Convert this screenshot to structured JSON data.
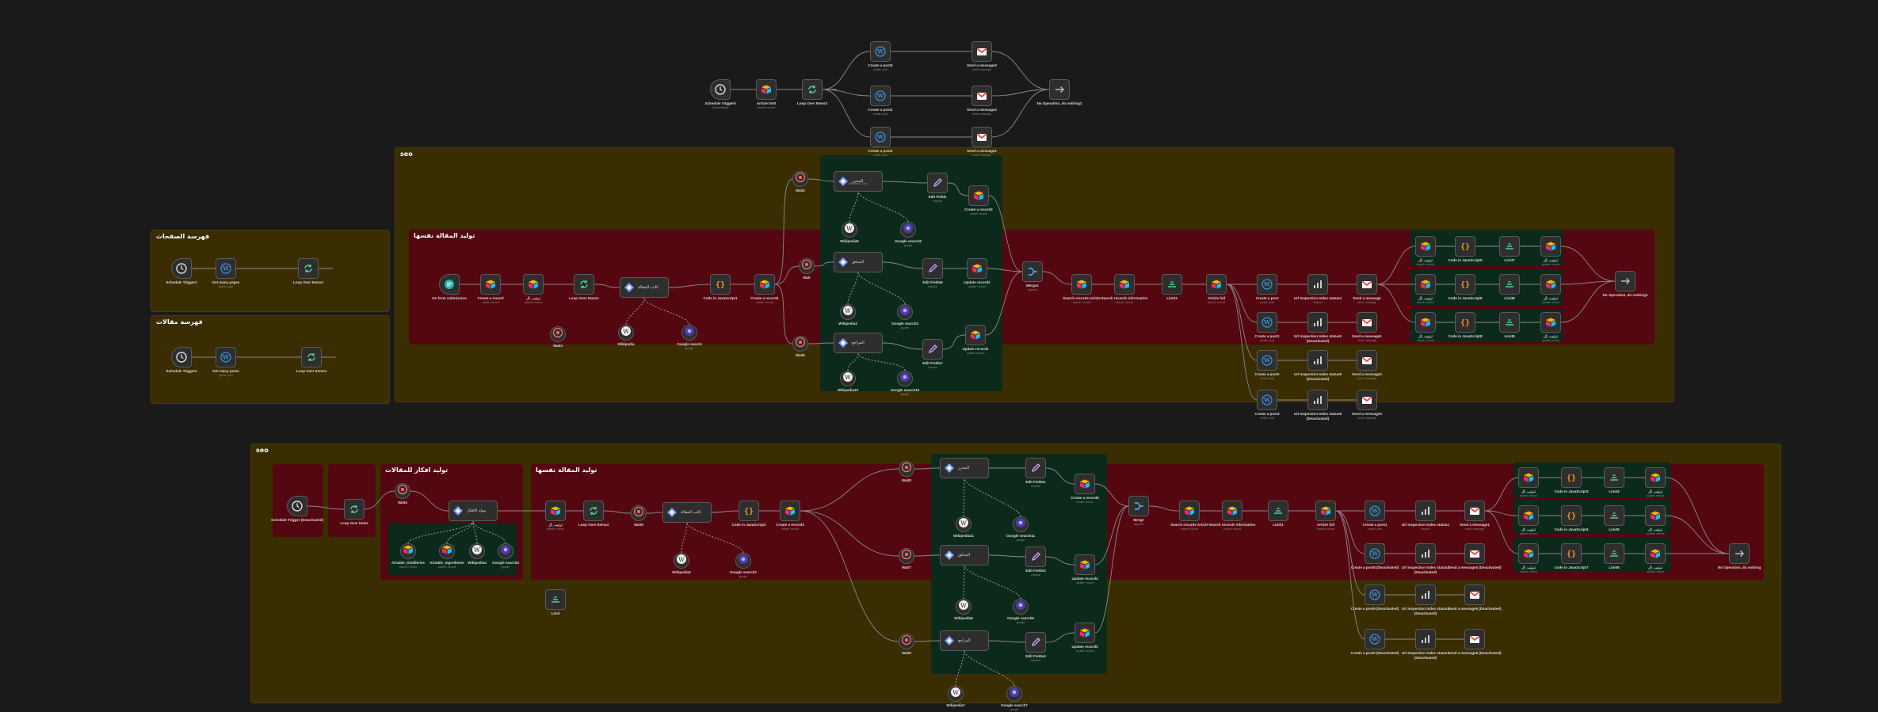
{
  "colors": {
    "canvas": "#1a1a1a",
    "sticky_outer": "#3a2d02",
    "sticky_red": "#540710",
    "sticky_green": "#0c2a1b",
    "node_bg": "#2e2e2e",
    "wire": "#8a8a8a"
  },
  "stickies": {
    "seo_top": "seo",
    "index_pages": "فهرسة الصفحات",
    "index_posts": "فهرسة مقالات",
    "gen_article_top": "توليد المقالة نفسها",
    "seo_bottom": "seo",
    "gen_ideas": "توليد افكار للمقالات",
    "gen_article_bottom": "توليد المقالة نفسها"
  },
  "nodes": {
    "t1": {
      "label": "Schedule Trigger5",
      "sub": "(Deactivated)",
      "icon": "clock-icon"
    },
    "t2": {
      "label": "Article list0",
      "sub": "search: record",
      "icon": "airtable-icon"
    },
    "t3": {
      "label": "Loop Over Items3",
      "sub": "",
      "icon": "loop-icon"
    },
    "t4": {
      "label": "Create a post3",
      "sub": "create: post",
      "icon": "wordpress-icon"
    },
    "t5": {
      "label": "Create a post2",
      "sub": "create: post",
      "icon": "wordpress-icon"
    },
    "t6": {
      "label": "Create a post1",
      "sub": "create: post",
      "icon": "wordpress-icon"
    },
    "t7": {
      "label": "Send a message3",
      "sub": "send: message",
      "icon": "gmail-icon"
    },
    "t8": {
      "label": "Send a message2",
      "sub": "send: message",
      "icon": "gmail-icon"
    },
    "t9": {
      "label": "Send a message1",
      "sub": "send: message",
      "icon": "gmail-icon"
    },
    "t10": {
      "label": "No Operation, do nothing3",
      "sub": "",
      "icon": "noop-icon"
    },
    "ip1": {
      "label": "Schedule Trigger3",
      "sub": "",
      "icon": "clock-icon"
    },
    "ip2": {
      "label": "Get many pages",
      "sub": "getAll: page",
      "icon": "wordpress-icon"
    },
    "ip3": {
      "label": "Loop Over Items2",
      "sub": "",
      "icon": "loop-icon"
    },
    "iq1": {
      "label": "Schedule Trigger4",
      "sub": "",
      "icon": "clock-icon"
    },
    "iq2": {
      "label": "Get many posts",
      "sub": "getAll: post",
      "icon": "wordpress-icon"
    },
    "iq3": {
      "label": "Loop Over Items3",
      "sub": "",
      "icon": "loop-icon"
    },
    "a1": {
      "label": "On form submission",
      "sub": "",
      "icon": "form-icon"
    },
    "a2": {
      "label": "Create a record",
      "sub": "create: record",
      "icon": "airtable-icon"
    },
    "a3": {
      "label": "ترتيب_ال",
      "sub": "search: record",
      "icon": "airtable-icon"
    },
    "a4": {
      "label": "Loop Over Items1",
      "sub": "",
      "icon": "loop-icon"
    },
    "a5": {
      "label": "كاتب المقالة",
      "sub": "",
      "icon": "agent-icon"
    },
    "a6": {
      "label": "Code in JavaScript1",
      "sub": "",
      "icon": "code-icon"
    },
    "a7": {
      "label": "Create a record1",
      "sub": "create: record",
      "icon": "airtable-icon"
    },
    "a8": {
      "label": "Wait",
      "sub": "",
      "icon": "wait-icon"
    },
    "a9": {
      "label": "Wait3",
      "sub": "",
      "icon": "wait-icon"
    },
    "a10": {
      "label": "Wikipedia",
      "sub": "",
      "icon": "wikipedia-icon"
    },
    "a11": {
      "label": "Google search",
      "sub": "google",
      "icon": "serp-icon"
    },
    "g1": {
      "label": "Wait2",
      "sub": "",
      "icon": "wait-icon"
    },
    "g2": {
      "label": "المحرر",
      "sub": "Anthropic Chat",
      "icon": "agent-icon"
    },
    "g3": {
      "label": "Edit Fields",
      "sub": "manual",
      "icon": "pencil-icon"
    },
    "g4": {
      "label": "Create a record2",
      "sub": "create: record",
      "icon": "airtable-icon"
    },
    "g5": {
      "label": "Wikipedia9",
      "sub": "",
      "icon": "wikipedia-icon"
    },
    "g6": {
      "label": "Google search9",
      "sub": "google",
      "icon": "serp-icon"
    },
    "g7": {
      "label": "المدقق",
      "sub": "",
      "icon": "agent-icon"
    },
    "g8": {
      "label": "Edit Fields5",
      "sub": "manual",
      "icon": "pencil-icon"
    },
    "g9": {
      "label": "Update record2",
      "sub": "update: record",
      "icon": "airtable-icon"
    },
    "g10": {
      "label": "Wikipedia3",
      "sub": "",
      "icon": "wikipedia-icon"
    },
    "g11": {
      "label": "Google search3",
      "sub": "google",
      "icon": "serp-icon"
    },
    "g12": {
      "label": "Wait5",
      "sub": "",
      "icon": "wait-icon"
    },
    "g13": {
      "label": "المراجع",
      "sub": "",
      "icon": "agent-icon"
    },
    "g14": {
      "label": "Edit Fields7",
      "sub": "manual",
      "icon": "pencil-icon"
    },
    "g15": {
      "label": "Update record1",
      "sub": "update: record",
      "icon": "airtable-icon"
    },
    "g16": {
      "label": "Wikipedia10",
      "sub": "",
      "icon": "wikipedia-icon"
    },
    "g17": {
      "label": "Google search10",
      "sub": "google",
      "icon": "serp-icon"
    },
    "r1": {
      "label": "Merge1",
      "sub": "append",
      "icon": "merge-icon"
    },
    "r2": {
      "label": "Search records Article",
      "sub": "search: record",
      "icon": "airtable-icon"
    },
    "r3": {
      "label": "Search records information",
      "sub": "search: record",
      "icon": "airtable-icon"
    },
    "r4": {
      "label": "Limit3",
      "sub": "",
      "icon": "limit-icon"
    },
    "r5": {
      "label": "Article full",
      "sub": "search: record",
      "icon": "airtable-icon"
    },
    "r6": {
      "label": "Create a post",
      "sub": "create: post",
      "icon": "wordpress-icon"
    },
    "r7": {
      "label": "Url Inspection Index status4",
      "sub": "inspect",
      "icon": "gsc-icon"
    },
    "r8": {
      "label": "Send a message",
      "sub": "send: message",
      "icon": "gmail-icon"
    },
    "r9": {
      "label": "Create a post1",
      "sub": "create: post",
      "icon": "wordpress-icon"
    },
    "r10": {
      "label": "Url Inspection Index status5 (Deactivated)",
      "sub": "",
      "icon": "gsc-icon"
    },
    "r11": {
      "label": "Send a message1",
      "sub": "send: message",
      "icon": "gmail-icon"
    },
    "r12": {
      "label": "Create a post2",
      "sub": "create: post",
      "icon": "wordpress-icon"
    },
    "r13": {
      "label": "Url Inspection Index status6 (Deactivated)",
      "sub": "",
      "icon": "gsc-icon"
    },
    "r14": {
      "label": "Send a message2",
      "sub": "send: message",
      "icon": "gmail-icon"
    },
    "r15": {
      "label": "Create a post3",
      "sub": "create: post",
      "icon": "wordpress-icon"
    },
    "r16": {
      "label": "Url Inspection Index status8 (Deactivated)",
      "sub": "",
      "icon": "gsc-icon"
    },
    "r17": {
      "label": "Send a message3",
      "sub": "send: message",
      "icon": "gmail-icon"
    },
    "s1": {
      "label": "ترتيب_ال",
      "sub": "search: record",
      "icon": "airtable-icon"
    },
    "s2": {
      "label": "Code in JavaScript5",
      "sub": "",
      "icon": "code-icon"
    },
    "s3": {
      "label": "Limit7",
      "sub": "",
      "icon": "limit-icon"
    },
    "s4": {
      "label": "ترتيب_ال",
      "sub": "update: record",
      "icon": "airtable-icon"
    },
    "s5": {
      "label": "ترتيب_ال",
      "sub": "search: record",
      "icon": "airtable-icon"
    },
    "s6": {
      "label": "Code in JavaScript6",
      "sub": "",
      "icon": "code-icon"
    },
    "s7": {
      "label": "Limit8",
      "sub": "",
      "icon": "limit-icon"
    },
    "s8": {
      "label": "ترتيب_ال",
      "sub": "update: record",
      "icon": "airtable-icon"
    },
    "s9": {
      "label": "ترتيب_ال",
      "sub": "search: record",
      "icon": "airtable-icon"
    },
    "s10": {
      "label": "Code in JavaScript8",
      "sub": "",
      "icon": "code-icon"
    },
    "s11": {
      "label": "Limit9",
      "sub": "",
      "icon": "limit-icon"
    },
    "s12": {
      "label": "ترتيب_ال",
      "sub": "update: record",
      "icon": "airtable-icon"
    },
    "s13": {
      "label": "No Operation, do nothing1",
      "sub": "",
      "icon": "noop-icon"
    },
    "b1": {
      "label": "Schedule Trigger (Deactivated)",
      "sub": "",
      "icon": "clock-icon"
    },
    "b2": {
      "label": "Loop Over Items",
      "sub": "",
      "icon": "loop-icon"
    },
    "b3": {
      "label": "Wait4",
      "sub": "",
      "icon": "wait-icon"
    },
    "b4": {
      "label": "مولد الافكار",
      "sub": "",
      "icon": "agent-icon"
    },
    "b5": {
      "label": "Airtable_Distilleries",
      "sub": "search: record",
      "icon": "airtable-icon"
    },
    "b6": {
      "label": "Airtable_Ingredients",
      "sub": "search: record",
      "icon": "airtable-icon"
    },
    "b7": {
      "label": "Wikipedia4",
      "sub": "",
      "icon": "wikipedia-icon"
    },
    "b8": {
      "label": "Google search4",
      "sub": "google",
      "icon": "serp-icon"
    },
    "c1": {
      "label": "ترتيب_ال",
      "sub": "search: record",
      "icon": "airtable-icon"
    },
    "c2": {
      "label": "Loop Over Items4",
      "sub": "",
      "icon": "loop-icon"
    },
    "c3": {
      "label": "Wait6",
      "sub": "",
      "icon": "wait-icon"
    },
    "c4": {
      "label": "كاتب المقالة",
      "sub": "",
      "icon": "agent-icon"
    },
    "c5": {
      "label": "Code in JavaScript2",
      "sub": "",
      "icon": "code-icon"
    },
    "c6": {
      "label": "Create a record3",
      "sub": "create: record",
      "icon": "airtable-icon"
    },
    "c7": {
      "label": "Wikipedia2",
      "sub": "",
      "icon": "wikipedia-icon"
    },
    "c8": {
      "label": "Google search2",
      "sub": "google",
      "icon": "serp-icon"
    },
    "c9": {
      "label": "Limit",
      "sub": "",
      "icon": "limit-icon"
    },
    "d1": {
      "label": "Wait8",
      "sub": "",
      "icon": "wait-icon"
    },
    "d2": {
      "label": "المحرر",
      "sub": "",
      "icon": "agent-icon"
    },
    "d3": {
      "label": "Edit Fields1",
      "sub": "manual",
      "icon": "pencil-icon"
    },
    "d4": {
      "label": "Create a record4",
      "sub": "create: record",
      "icon": "airtable-icon"
    },
    "d5": {
      "label": "Wikipedia11",
      "sub": "",
      "icon": "wikipedia-icon"
    },
    "d6": {
      "label": "Google search11",
      "sub": "google",
      "icon": "serp-icon"
    },
    "d7": {
      "label": "Wait7",
      "sub": "",
      "icon": "wait-icon"
    },
    "d8": {
      "label": "المدقق",
      "sub": "",
      "icon": "agent-icon"
    },
    "d9": {
      "label": "Edit Fields3",
      "sub": "manual",
      "icon": "pencil-icon"
    },
    "d10": {
      "label": "Update record4",
      "sub": "update: record",
      "icon": "airtable-icon"
    },
    "d11": {
      "label": "Wikipedia6",
      "sub": "",
      "icon": "wikipedia-icon"
    },
    "d12": {
      "label": "Google search6",
      "sub": "google",
      "icon": "serp-icon"
    },
    "d13": {
      "label": "Wait9",
      "sub": "",
      "icon": "wait-icon"
    },
    "d14": {
      "label": "المراجع",
      "sub": "",
      "icon": "agent-icon"
    },
    "d15": {
      "label": "Edit Fields4",
      "sub": "manual",
      "icon": "pencil-icon"
    },
    "d16": {
      "label": "Update record3",
      "sub": "update: record",
      "icon": "airtable-icon"
    },
    "d17": {
      "label": "Wikipedia7",
      "sub": "",
      "icon": "wikipedia-icon"
    },
    "d18": {
      "label": "Google search7",
      "sub": "google",
      "icon": "serp-icon"
    },
    "e1": {
      "label": "Merge",
      "sub": "append",
      "icon": "merge-icon"
    },
    "e2": {
      "label": "Search records Article",
      "sub": "search: record",
      "icon": "airtable-icon"
    },
    "e3": {
      "label": "Search records information",
      "sub": "search: record",
      "icon": "airtable-icon"
    },
    "e4": {
      "label": "Limit1",
      "sub": "",
      "icon": "limit-icon"
    },
    "e5": {
      "label": "Article full",
      "sub": "search: record",
      "icon": "airtable-icon"
    },
    "e6": {
      "label": "Create a post1",
      "sub": "create: post",
      "icon": "wordpress-icon"
    },
    "e7": {
      "label": "Url Inspection Index status1",
      "sub": "inspect",
      "icon": "gsc-icon"
    },
    "e8": {
      "label": "Send a message1",
      "sub": "send: message",
      "icon": "gmail-icon"
    },
    "e9": {
      "label": "Create a post8 (Deactivated)",
      "sub": "",
      "icon": "wordpress-icon"
    },
    "e10": {
      "label": "Url Inspection Index status2 (Deactivated)",
      "sub": "",
      "icon": "gsc-icon"
    },
    "e11": {
      "label": "Send a message4 (Deactivated)",
      "sub": "",
      "icon": "gmail-icon"
    },
    "e12": {
      "label": "Create a post9 (Deactivated)",
      "sub": "",
      "icon": "wordpress-icon"
    },
    "e13": {
      "label": "Url Inspection Index status3 (Deactivated)",
      "sub": "",
      "icon": "gsc-icon"
    },
    "e14": {
      "label": "Send a message5 (Deactivated)",
      "sub": "",
      "icon": "gmail-icon"
    },
    "e15": {
      "label": "Create a post0 (Deactivated)",
      "sub": "",
      "icon": "wordpress-icon"
    },
    "e16": {
      "label": "Url Inspection Index status7 (Deactivated)",
      "sub": "",
      "icon": "gsc-icon"
    },
    "e17": {
      "label": "Send a message6 (Deactivated)",
      "sub": "",
      "icon": "gmail-icon"
    },
    "f1": {
      "label": "ترتيب_ال",
      "sub": "search: record",
      "icon": "airtable-icon"
    },
    "f2": {
      "label": "Code in JavaScript3",
      "sub": "",
      "icon": "code-icon"
    },
    "f3": {
      "label": "Limit4",
      "sub": "",
      "icon": "limit-icon"
    },
    "f4": {
      "label": "ترتيب_ال",
      "sub": "update: record",
      "icon": "airtable-icon"
    },
    "f5": {
      "label": "ترتيب_ال",
      "sub": "search: record",
      "icon": "airtable-icon"
    },
    "f6": {
      "label": "Code in JavaScript4",
      "sub": "",
      "icon": "code-icon"
    },
    "f7": {
      "label": "Limit5",
      "sub": "",
      "icon": "limit-icon"
    },
    "f8": {
      "label": "ترتيب_ال",
      "sub": "update: record",
      "icon": "airtable-icon"
    },
    "f9": {
      "label": "ترتيب_ال",
      "sub": "search: record",
      "icon": "airtable-icon"
    },
    "f10": {
      "label": "Code in JavaScript7",
      "sub": "",
      "icon": "code-icon"
    },
    "f11": {
      "label": "Limit6",
      "sub": "",
      "icon": "limit-icon"
    },
    "f12": {
      "label": "ترتيب_ال",
      "sub": "update: record",
      "icon": "airtable-icon"
    },
    "f13": {
      "label": "No Operation, do nothing",
      "sub": "",
      "icon": "noop-icon"
    }
  }
}
